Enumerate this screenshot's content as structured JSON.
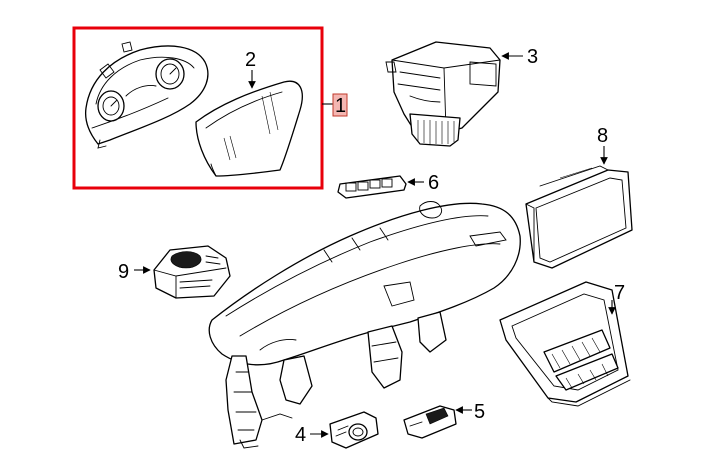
{
  "diagram": {
    "colors": {
      "line": "#000000",
      "highlight_box": "#e8000b",
      "badge_fill": "#f4b6b2",
      "background": "#ffffff"
    },
    "callouts": {
      "c1": "1",
      "c2": "2",
      "c3": "3",
      "c4": "4",
      "c5": "5",
      "c6": "6",
      "c7": "7",
      "c8": "8",
      "c9": "9"
    },
    "highlighted_group": "1"
  }
}
